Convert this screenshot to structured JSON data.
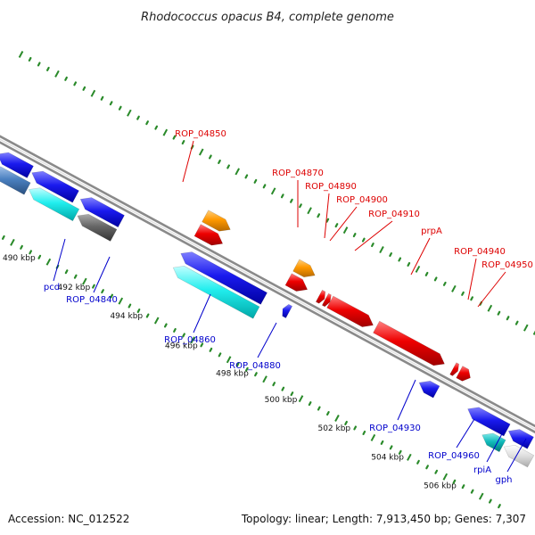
{
  "title": "Rhodococcus opacus B4, complete genome",
  "footer": {
    "accession": "Accession: NC_012522",
    "summary": "Topology: linear; Length: 7,913,450 bp; Genes: 7,307"
  },
  "colors": {
    "forward_label": "#dd0000",
    "reverse_label": "#0000cc",
    "tick": "#2a8a2a",
    "backbone": "#8a8a8a",
    "cds_red": "#ee0000",
    "cds_orange": "#ff9900",
    "cds_blue": "#1a1aee",
    "cds_cyan": "#22dddd",
    "cds_grey": "#666666",
    "cds_steel": "#4a80c0",
    "cds_teal": "#11bbbb"
  },
  "scale_labels": [
    "490 kbp",
    "492 kbp",
    "494 kbp",
    "496 kbp",
    "498 kbp",
    "500 kbp",
    "502 kbp",
    "504 kbp",
    "506 kbp"
  ],
  "forward_labels": [
    "ROP_04850",
    "ROP_04870",
    "ROP_04890",
    "ROP_04900",
    "ROP_04910",
    "prpA",
    "ROP_04940",
    "ROP_04950"
  ],
  "reverse_labels": [
    "pcd",
    "ROP_04840",
    "ROP_04860",
    "ROP_04880",
    "ROP_04930",
    "ROP_04960",
    "rpiA",
    "gph"
  ]
}
